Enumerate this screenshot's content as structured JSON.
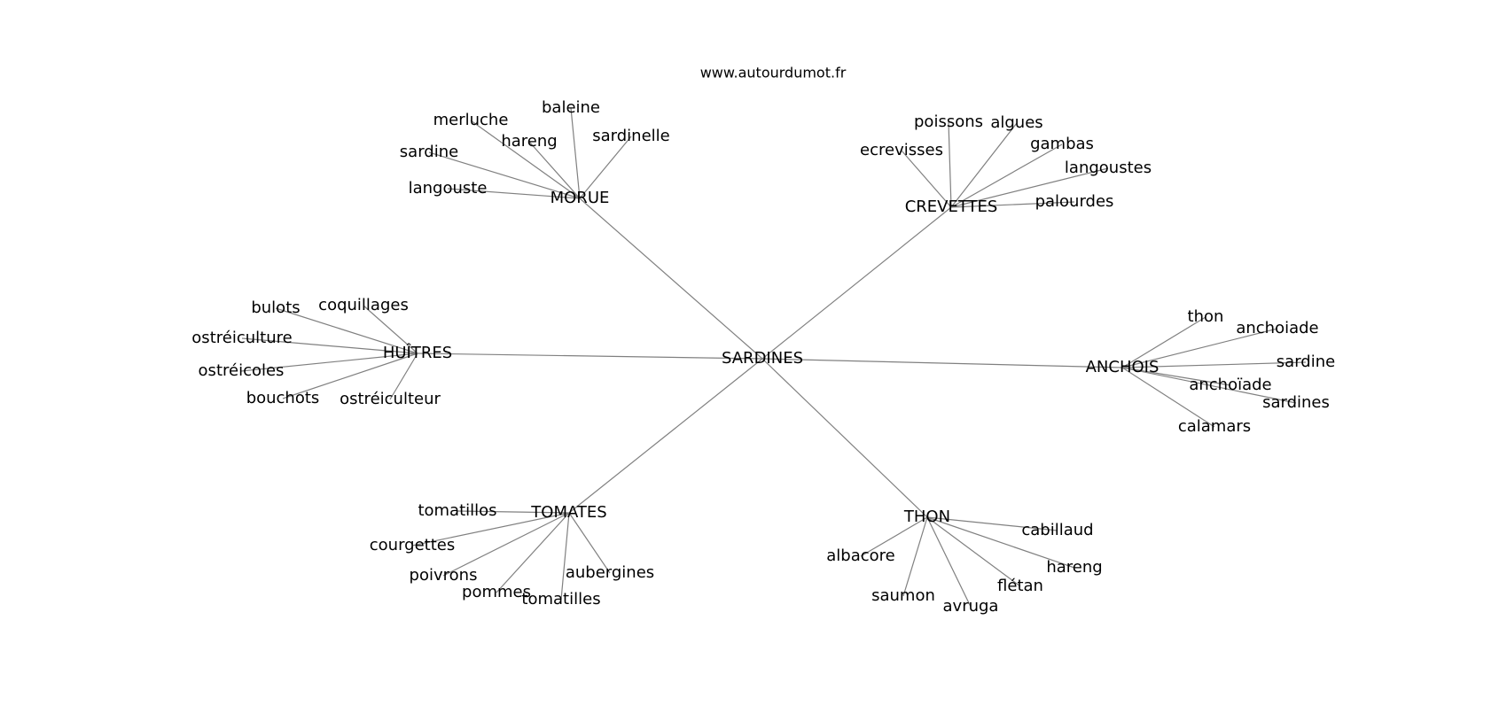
{
  "watermark": "www.autourdumot.fr",
  "edge_color": "#808080",
  "text_color": "#000000",
  "center": {
    "id": "sardines",
    "label": "SARDINES"
  },
  "hubs": [
    {
      "id": "morue",
      "label": "MORUE",
      "leaves": [
        "baleine",
        "merluche",
        "hareng",
        "sardinelle",
        "sardine",
        "langouste"
      ]
    },
    {
      "id": "crevettes",
      "label": "CREVETTES",
      "leaves": [
        "poissons",
        "algues",
        "ecrevisses",
        "gambas",
        "langoustes",
        "palourdes"
      ]
    },
    {
      "id": "huitres",
      "label": "HUÎTRES",
      "leaves": [
        "bulots",
        "coquillages",
        "ostréiculture",
        "ostréicoles",
        "bouchots",
        "ostréiculteur"
      ]
    },
    {
      "id": "anchois",
      "label": "ANCHOIS",
      "leaves": [
        "thon",
        "anchoiade",
        "sardine",
        "anchoïade",
        "sardines",
        "calamars"
      ]
    },
    {
      "id": "tomates",
      "label": "TOMATES",
      "leaves": [
        "tomatillos",
        "courgettes",
        "poivrons",
        "pommes",
        "tomatilles",
        "aubergines"
      ]
    },
    {
      "id": "thon",
      "label": "THON",
      "leaves": [
        "cabillaud",
        "albacore",
        "hareng",
        "flétan",
        "saumon",
        "avruga"
      ]
    }
  ]
}
